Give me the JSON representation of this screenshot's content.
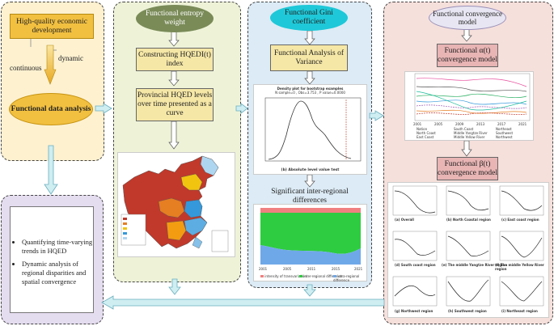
{
  "panel1": {
    "hq_box": "High-quality economic development",
    "continuous": "continuous",
    "dynamic": "dynamic",
    "fda": "Functional data analysis"
  },
  "panel2": {
    "title": "Functional entropy weight",
    "box1": "Constructing HQEDI(t) index",
    "box2": "Provincial HQED levels over time presented as a curve"
  },
  "panel3": {
    "title": "Functional Gini coefficient",
    "box1": "Functional Analysis of Variance",
    "density_title": "Density plot for bootstrap examples",
    "density_sub": "N sample=0 , Obs=3.753 , P value=0.0000",
    "density_caption": "(b) Absolute level value test",
    "diff_title": "Significant inter-regional differences",
    "bar_legend": [
      "intensity of transvariation",
      "inter-regional difference",
      "intra-regional difference"
    ],
    "bar_ticks": [
      "2001",
      "2005",
      "2011",
      "2015",
      "2021"
    ]
  },
  "panel4": {
    "title": "Functional convergence model",
    "alpha_box": "Functional α(t) convergence model",
    "beta_box": "Functional β(t) convergence model",
    "alpha_ticks": [
      "2001",
      "2005",
      "2009",
      "2013",
      "2017",
      "2021"
    ],
    "alpha_legend": [
      "Nation",
      "North Coast",
      "East Coast",
      "South Coast",
      "Middle Yangtze River",
      "Middle Yellow River",
      "Northeast",
      "Southwest",
      "Northwest"
    ],
    "beta_captions": [
      "(a) Overall",
      "(b) North Coastal region",
      "(c) East coast region",
      "(d) South coast region",
      "(e) The middle Yangtze River region",
      "(f) The middle Yellow River region",
      "(g) Northwest region",
      "(h) Southwest region",
      "(i) Northeast region"
    ]
  },
  "bottom": {
    "items": [
      "Quantifying time-varying trends in HQED",
      "Dynamic analysis of regional disparities and spatial convergence"
    ]
  },
  "colors": {
    "panel1": "#fdf1d0",
    "panel2": "#eef3d8",
    "panel3": "#dcebf5",
    "panel4": "#f6e0dc",
    "panel5": "#e4dcef",
    "arrow_fill": "#cfeef2",
    "arrow_stroke": "#6aaebe",
    "gold": "#f2c040"
  }
}
